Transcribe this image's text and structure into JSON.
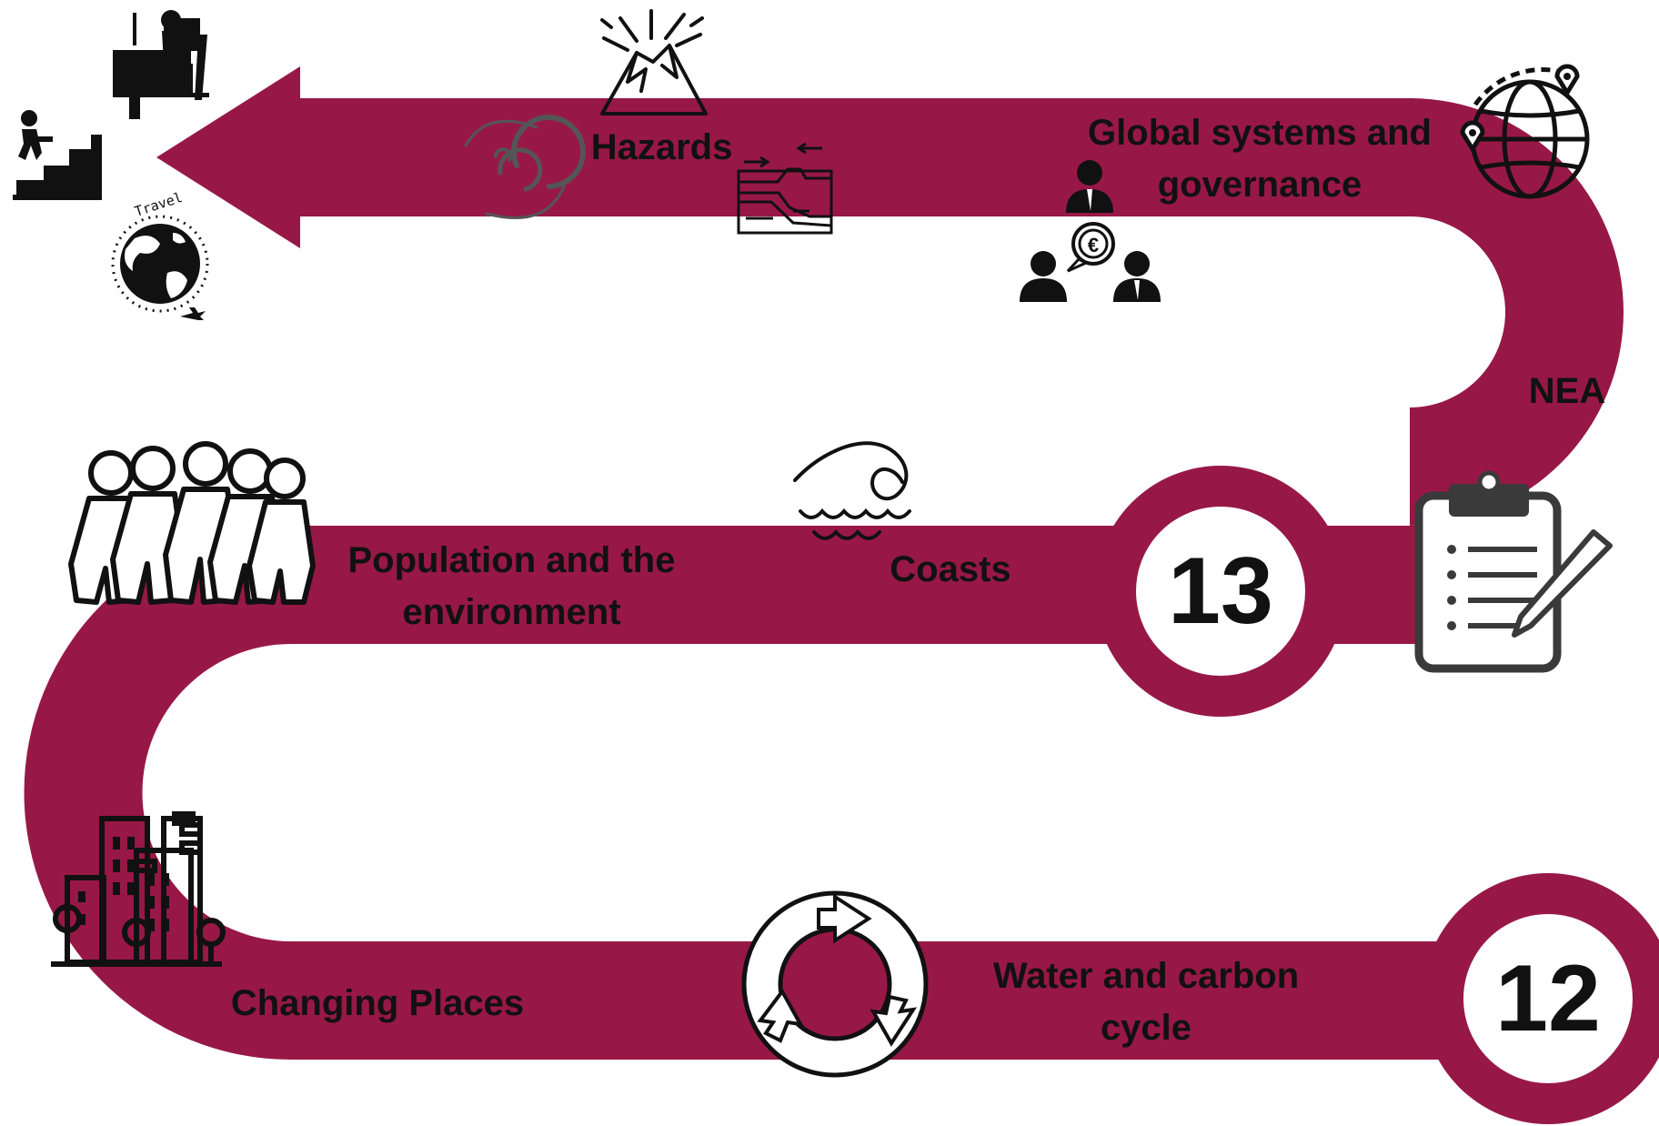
{
  "colors": {
    "road": "#971846",
    "ink": "#111111",
    "background": "#ffffff"
  },
  "stages": [
    {
      "label": "Changing Places",
      "icon": "city-icon"
    },
    {
      "label": "Water and carbon cycle",
      "icon": "cycle-arrows-icon"
    },
    {
      "label": "Coasts",
      "icon": "wave-icon"
    },
    {
      "label": "Population and the environment",
      "icon": "crowd-icon"
    },
    {
      "label": "NEA",
      "icon": "clipboard-icon"
    },
    {
      "label": "Global systems and governance",
      "icon": "globe-pins-icon"
    },
    {
      "label": "Hazards",
      "icon": "volcano-icon"
    }
  ],
  "badges": {
    "year12": "12",
    "year13": "13"
  },
  "labels": {
    "changing_places": "Changing Places",
    "water_carbon_line1": "Water and carbon",
    "water_carbon_line2": "cycle",
    "coasts": "Coasts",
    "population_line1": "Population and the",
    "population_line2": "environment",
    "nea": "NEA",
    "global_line1": "Global systems and",
    "global_line2": "governance",
    "hazards": "Hazards",
    "travel_globe": "Travel",
    "euro_symbol": "€"
  },
  "icons": [
    "city-icon",
    "cycle-arrows-icon",
    "wave-icon",
    "crowd-icon",
    "clipboard-icon",
    "pencil-icon",
    "globe-pins-icon",
    "business-people-icon",
    "volcano-icon",
    "hurricane-icon",
    "plate-boundary-icon",
    "office-worker-icon",
    "stairs-climber-icon",
    "travel-globe-icon"
  ]
}
